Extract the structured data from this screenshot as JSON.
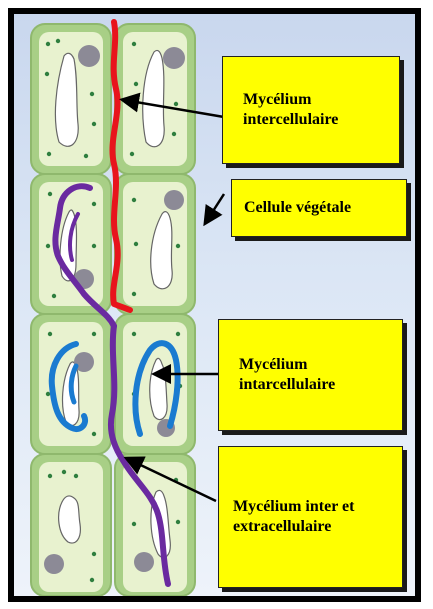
{
  "labels": {
    "intercellulaire": "Mycélium intercellulaire",
    "cellule": "Cellule végétale",
    "intracellulaire": "Mycélium intarcellulaire",
    "inter_extra": "Mycélium inter et extracellulaire"
  },
  "colors": {
    "cell_wall": "#a8cf86",
    "cytoplasm": "#e8f2cf",
    "vacuole": "#ffffff",
    "nucleus": "#8c8a96",
    "granule": "#2f7f3f",
    "hypha_inter": "#e8141c",
    "hypha_intra": "#1a7bd0",
    "hypha_mixed": "#6a2aa0",
    "label_fill": "#ffff00"
  }
}
